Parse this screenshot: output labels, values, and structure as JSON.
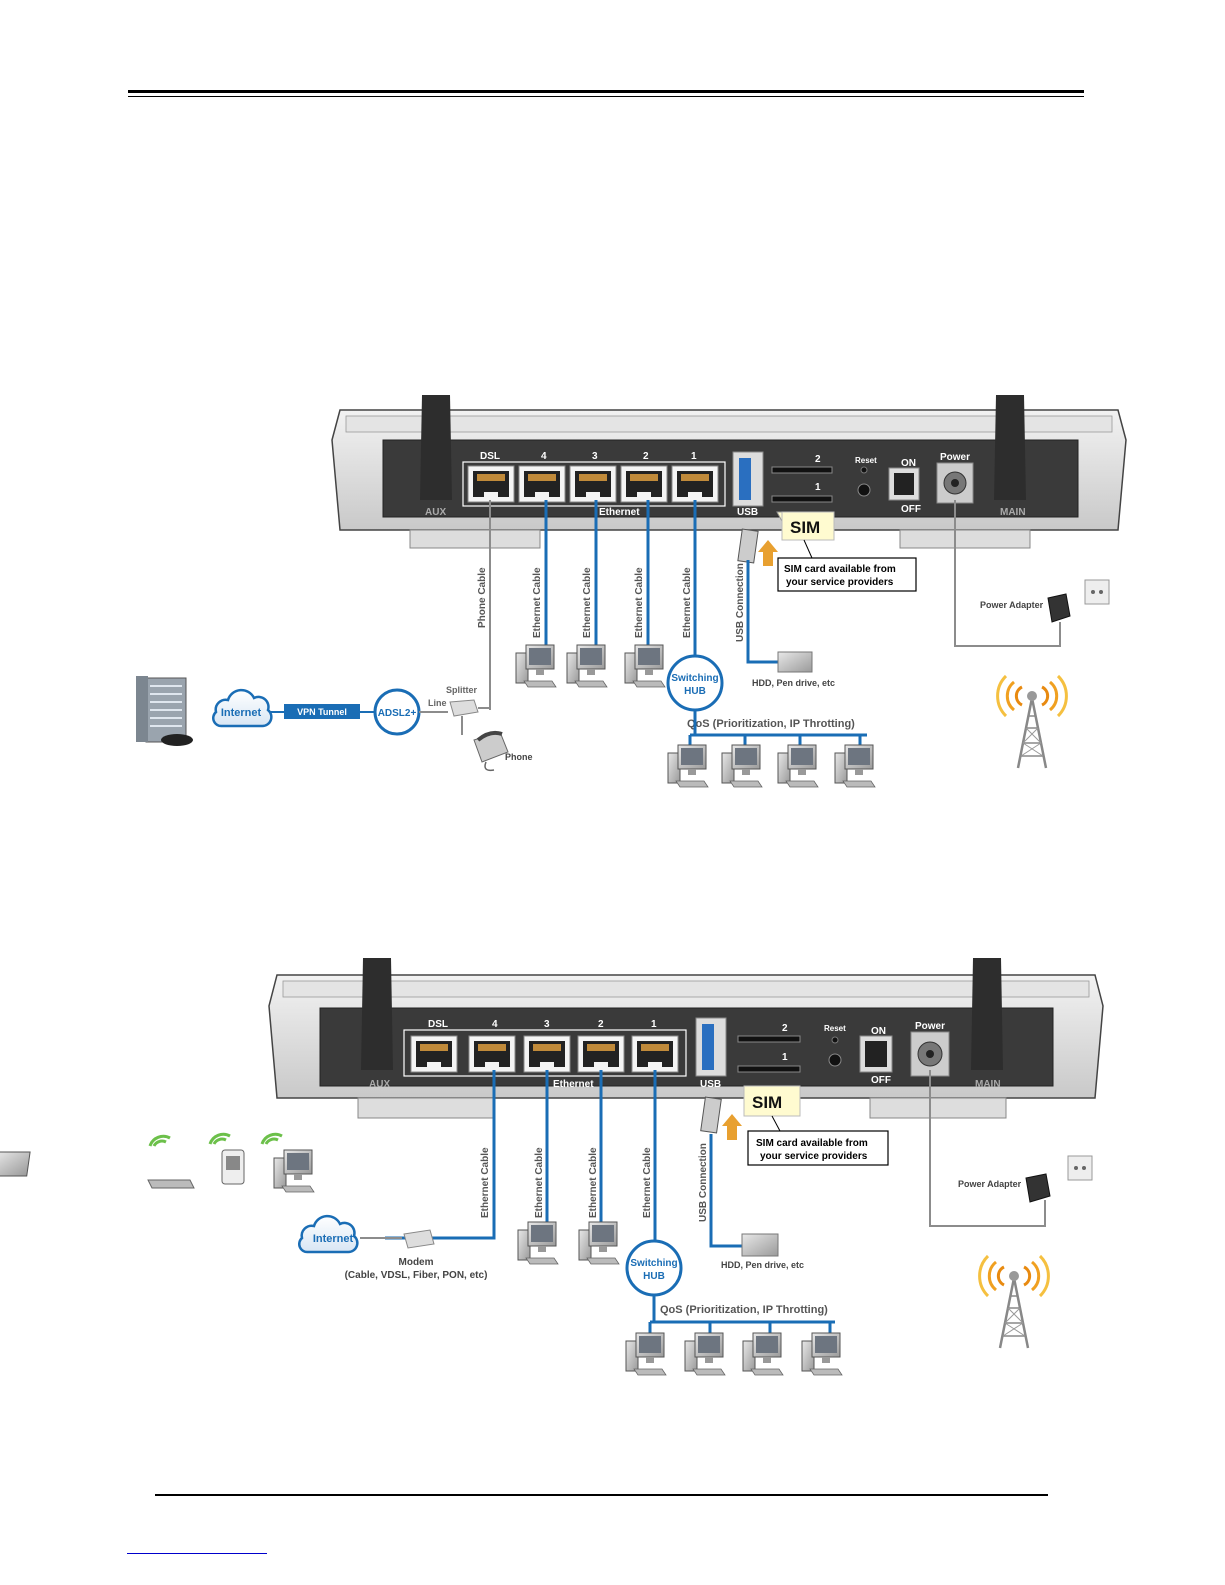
{
  "diagram1": {
    "router": {
      "ports": {
        "dsl": "DSL",
        "p4": "4",
        "p3": "3",
        "p2": "2",
        "p1": "1",
        "usb": "USB",
        "reset": "Reset",
        "on": "ON",
        "off": "OFF",
        "power": "Power",
        "aux": "AUX",
        "main": "MAIN",
        "ethernet": "Ethernet",
        "sim_slot2": "2",
        "sim_slot1": "1"
      }
    },
    "sim": "SIM",
    "sim_note_line1": "SIM card available from",
    "sim_note_line2": "your service providers",
    "phone_cable": "Phone Cable",
    "ethernet_cable": "Ethernet Cable",
    "usb_connection": "USB Connection",
    "hdd": "HDD, Pen drive, etc",
    "power_adapter": "Power Adapter",
    "internet": "Internet",
    "vpn_tunnel": "VPN Tunnel",
    "adsl": "ADSL2+",
    "splitter": "Splitter",
    "line": "Line",
    "phone": "Phone",
    "switching": "Switching",
    "hub": "HUB",
    "qos": "QoS (Prioritization, IP Throtting)"
  },
  "diagram2": {
    "router": {
      "ports": {
        "dsl": "DSL",
        "p4": "4",
        "p3": "3",
        "p2": "2",
        "p1": "1",
        "usb": "USB",
        "reset": "Reset",
        "on": "ON",
        "off": "OFF",
        "power": "Power",
        "aux": "AUX",
        "main": "MAIN",
        "ethernet": "Ethernet",
        "sim_slot2": "2",
        "sim_slot1": "1"
      }
    },
    "sim": "SIM",
    "sim_note_line1": "SIM card available from",
    "sim_note_line2": "your service providers",
    "ethernet_cable": "Ethernet Cable",
    "usb_connection": "USB Connection",
    "hdd": "HDD, Pen drive, etc",
    "power_adapter": "Power Adapter",
    "internet": "Internet",
    "modem": "Modem",
    "modem_types": "(Cable, VDSL, Fiber, PON, etc)",
    "switching": "Switching",
    "hub": "HUB",
    "qos": "QoS (Prioritization, IP Throtting)"
  },
  "colors": {
    "cable_blue": "#1a6db5",
    "cable_grey": "#8c8c8c",
    "router_body": "#3a3a3a",
    "wifi_green": "#6cc04a",
    "signal_orange": "#f0a020"
  }
}
